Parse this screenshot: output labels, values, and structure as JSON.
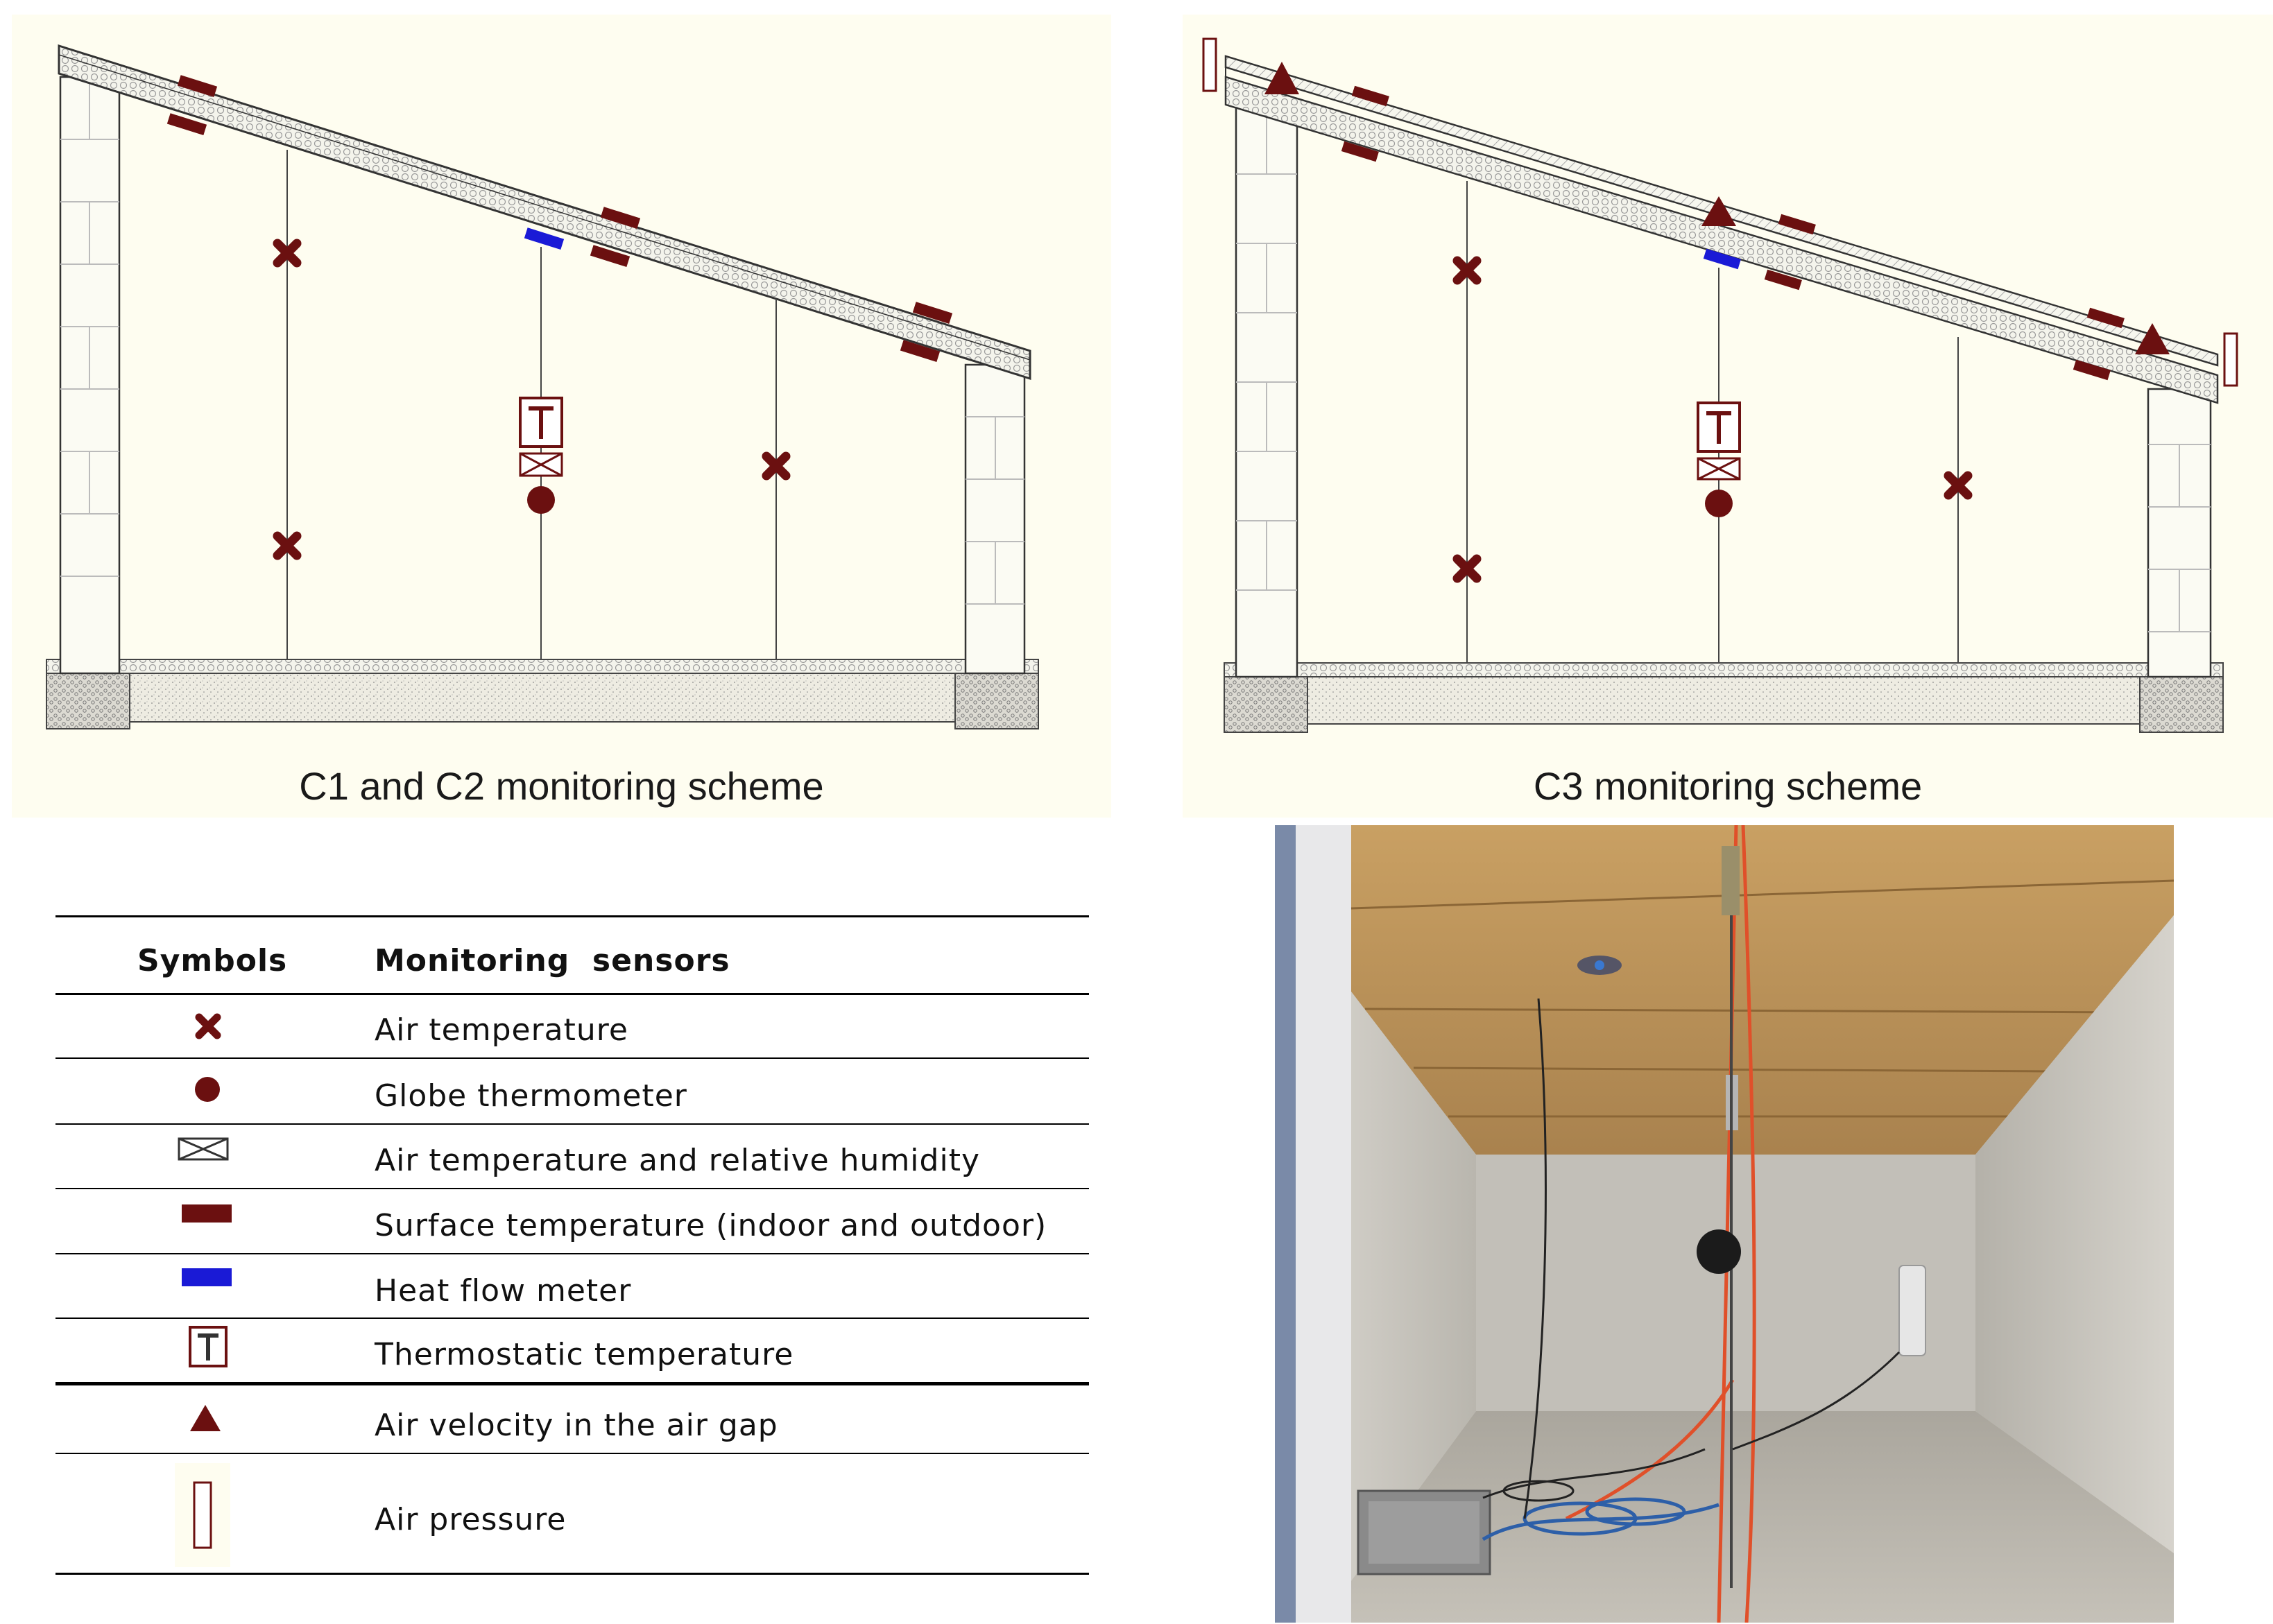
{
  "panels": {
    "c1c2": {
      "caption": "C1 and C2 monitoring scheme"
    },
    "c3": {
      "caption": "C3 monitoring scheme"
    }
  },
  "legend": {
    "header_symbols": "Symbols",
    "header_sensors": "Monitoring  sensors",
    "rows": [
      {
        "symbol": "cross-icon",
        "label": "Air temperature"
      },
      {
        "symbol": "dot-icon",
        "label": "Globe thermometer"
      },
      {
        "symbol": "envelope-box-icon",
        "label": "Air temperature and relative humidity"
      },
      {
        "symbol": "dark-red-bar-icon",
        "label": "Surface temperature (indoor and outdoor)"
      },
      {
        "symbol": "blue-bar-icon",
        "label": "Heat flow meter"
      },
      {
        "symbol": "t-box-icon",
        "label": "Thermostatic temperature"
      },
      {
        "symbol": "triangle-icon",
        "label": "Air velocity in the air gap"
      },
      {
        "symbol": "tall-rectangle-icon",
        "label": "Air pressure"
      }
    ]
  },
  "colors": {
    "sensor": "#6b1010",
    "heat_flow": "#1a1ad6",
    "panel_bg": "#fefdf0",
    "line": "#333333"
  }
}
